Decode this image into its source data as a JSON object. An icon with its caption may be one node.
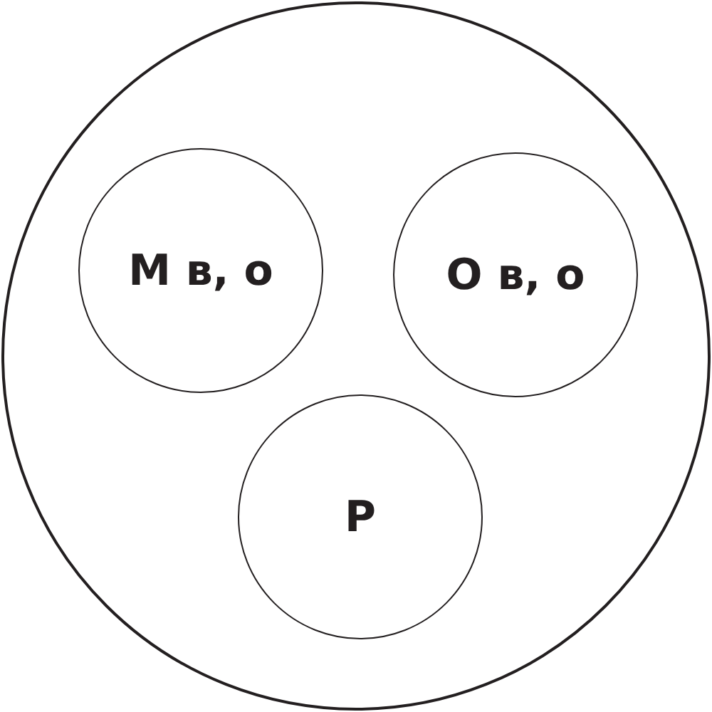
{
  "diagram": {
    "nodes": [
      {
        "text": [],
        "shape": "circle"
      },
      {
        "text": [
          "М в, о"
        ],
        "in": 0
      },
      {
        "text": [
          "О в, о"
        ],
        "in": 0
      },
      {
        "text": [
          "Р"
        ],
        "in": 0
      }
    ]
  }
}
